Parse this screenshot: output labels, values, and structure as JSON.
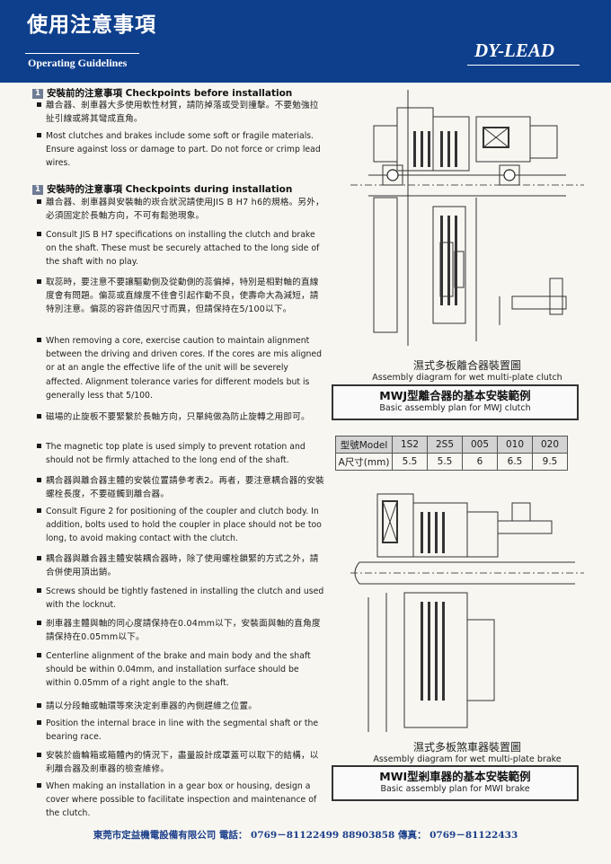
{
  "header": {
    "title_cn": "使用注意事項",
    "title_en": "Operating Guidelines",
    "brand": "DY-LEAD"
  },
  "sections": [
    {
      "num": "1",
      "title": "安裝前的注意事項 Checkpoints before installation"
    },
    {
      "num": "1",
      "title": "安裝時的注意事項 Checkpoints during installation"
    }
  ],
  "items": [
    "離合器、剎車器大多使用軟性材質，請防掉落或受到撞擊。不要勉強拉扯引線或將其彎成直角。",
    "Most clutches and brakes include some soft or fragile materials. Ensure against loss or damage to part. Do not force or crimp lead wires.",
    "離合器、剎車器與安裝軸的崁合狀況請使用JIS B H7 h6的規格。另外，必須固定於長軸方向，不可有鬆弛現象。",
    "Consult JIS B H7 specifications on installing the clutch and brake on the shaft.  These must be securely attached to the long side of the shaft with no play.",
    "取蕊時，要注意不要讓驅動側及從動側的蕊偏掉，特別是相對軸的直線度會有問題。偏蕊或直線度不佳會引起作動不良，使壽命大為減短，請特別注意。偏蕊的容許值因尺寸而異，但請保持在5/100以下。",
    "When removing a core, exercise caution to maintain alignment between the driving and driven cores.  If the cores are mis aligned or at an angle the effective life of the unit will be severely affected. Alignment tolerance varies for different models but is generally less that 5/100.",
    "磁場的止旋板不要緊繫於長軸方向，只單純做為防止旋轉之用即可。",
    "The magnetic top plate is used simply to prevent rotation and should not be firmly attached to the long end of the shaft.",
    "耦合器與離合器主體的安裝位置請參考表2。再者，要注意耦合器的安裝螺栓長度，不要碰觸到離合器。",
    "Consult Figure 2 for positioning of the coupler and clutch body. In addition, bolts used to hold the coupler in place should not be too long, to avoid making contact with the clutch.",
    "耦合器與離合器主體安裝耦合器時，除了使用螺栓鎖緊的方式之外，請合併使用頂出銷。",
    "Screws should be tightly fastened in installing the clutch and used with the locknut.",
    "剎車器主體與軸的同心度請保持在0.04mm以下，安裝面與軸的直角度請保持在0.05mm以下。",
    "Centerline alignment of the brake and main body and the shaft should be within 0.04mm, and installation surface should be within 0.05mm of a right angle to the shaft.",
    "請以分段軸或軸環等來決定剎車器的內側趕維之位置。",
    "Position the internal brace in line with the segmental shaft or the bearing race.",
    "安裝於齒輪箱或箱體內的情況下，盡量設計成罩蓋可以取下的結構，以利離合器及剎車器的檢查維修。",
    "When making an installation in a gear box or housing, design a cover where possible to facilitate inspection and maintenance of the clutch."
  ],
  "clutch": {
    "caption_cn": "濕式多板離合器裝置圖",
    "caption_en": "Assembly diagram for wet multi-plate clutch",
    "box_cn": "MWJ型離合器的基本安裝範例",
    "box_en": "Basic assembly plan for MWJ clutch"
  },
  "table": {
    "header": [
      "型號Model",
      "1S2",
      "2S5",
      "005",
      "010",
      "020"
    ],
    "row": [
      "A尺寸(mm)",
      "5.5",
      "5.5",
      "6",
      "6.5",
      "9.5"
    ]
  },
  "brake": {
    "caption_cn": "濕式多板煞車器裝置圖",
    "caption_en": "Assembly diagram for wet multi-plate brake",
    "box_cn": "MWI型剎車器的基本安裝範例",
    "box_en": "Basic assembly plan for MWI brake"
  },
  "footer": "東莞市定益機電設備有限公司  電話： 0769－81122499 88903858    傳真： 0769－81122433"
}
